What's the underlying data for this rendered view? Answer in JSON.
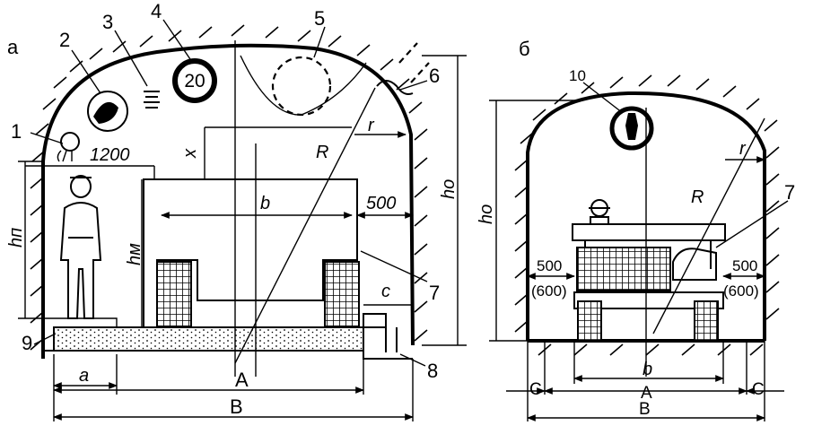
{
  "panel_a": {
    "label": "а",
    "callouts": [
      "1",
      "2",
      "3",
      "4",
      "5",
      "6",
      "7",
      "8",
      "9"
    ],
    "lamp_sign": "20",
    "dims": {
      "width_1200": "1200",
      "clear_500": "500",
      "b": "b",
      "c": "c",
      "a": "a",
      "A": "A",
      "B": "B",
      "x": "x",
      "r": "r",
      "R": "R",
      "h_p": "hп",
      "h_m": "hм",
      "h_o": "hо"
    }
  },
  "panel_b": {
    "label": "б",
    "callouts": [
      "10",
      "7"
    ],
    "dims": {
      "left_500": "500",
      "left_600": "(600)",
      "right_500": "500",
      "right_600": "(600)",
      "b": "b",
      "A": "A",
      "B": "B",
      "C_left": "C",
      "C_right": "C",
      "r": "r",
      "R": "R",
      "h_o": "hо"
    }
  }
}
